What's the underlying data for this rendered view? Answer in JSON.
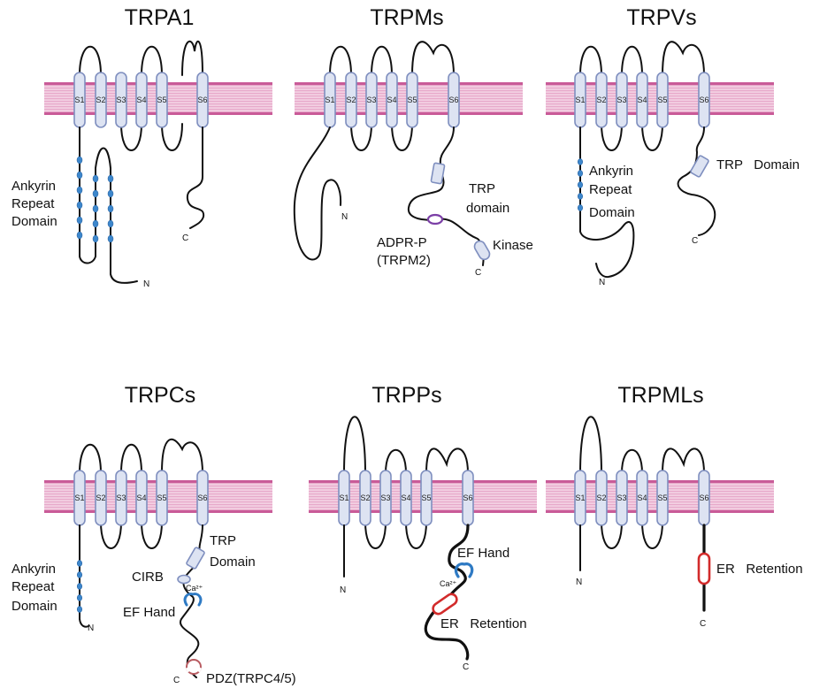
{
  "colors": {
    "membrane": "#e6a6c9",
    "membrane_line": "#c0508f",
    "helix_fill": "#dde3f2",
    "helix_stroke": "#7f8fbf",
    "ankyrin": "#3d87cc",
    "adpr": "#7b3fa6",
    "ef_hand": "#2e7ac4",
    "er_retention": "#d22b2b",
    "pdz": "#b85a60"
  },
  "panels": [
    {
      "title": "TRPA1",
      "segments": [
        "S1",
        "S2",
        "S3",
        "S4",
        "S5",
        "S6"
      ],
      "labels": [
        "Ankyrin",
        "Repeat",
        "Domain"
      ],
      "n_terminus": "N",
      "c_terminus": "C"
    },
    {
      "title": "TRPMs",
      "segments": [
        "S1",
        "S2",
        "S3",
        "S4",
        "S5",
        "S6"
      ],
      "labels": [
        "TRP",
        "domain",
        "ADPR-P",
        "(TRPM2)",
        "Kinase"
      ],
      "n_terminus": "N",
      "c_terminus": "C"
    },
    {
      "title": "TRPVs",
      "segments": [
        "S1",
        "S2",
        "S3",
        "S4",
        "S5",
        "S6"
      ],
      "labels": [
        "Ankyrin",
        "Repeat",
        "Domain",
        "TRP   Domain"
      ],
      "n_terminus": "N",
      "c_terminus": "C"
    },
    {
      "title": "TRPCs",
      "segments": [
        "S1",
        "S2",
        "S3",
        "S4",
        "S5",
        "S6"
      ],
      "labels": [
        "Ankyrin",
        "Repeat",
        "Domain",
        "TRP",
        "Domain",
        "CIRB",
        "EF Hand",
        "PDZ(TRPC4/5)"
      ],
      "ca": "Ca²⁺",
      "n_terminus": "N",
      "c_terminus": "C"
    },
    {
      "title": "TRPPs",
      "segments": [
        "S1",
        "S2",
        "S3",
        "S4",
        "S5",
        "S6"
      ],
      "labels": [
        "EF Hand",
        "ER   Retention"
      ],
      "ca": "Ca²⁺",
      "n_terminus": "N",
      "c_terminus": "C"
    },
    {
      "title": "TRPMLs",
      "segments": [
        "S1",
        "S2",
        "S3",
        "S4",
        "S5",
        "S6"
      ],
      "labels": [
        "ER   Retention"
      ],
      "n_terminus": "N",
      "c_terminus": "C"
    }
  ]
}
